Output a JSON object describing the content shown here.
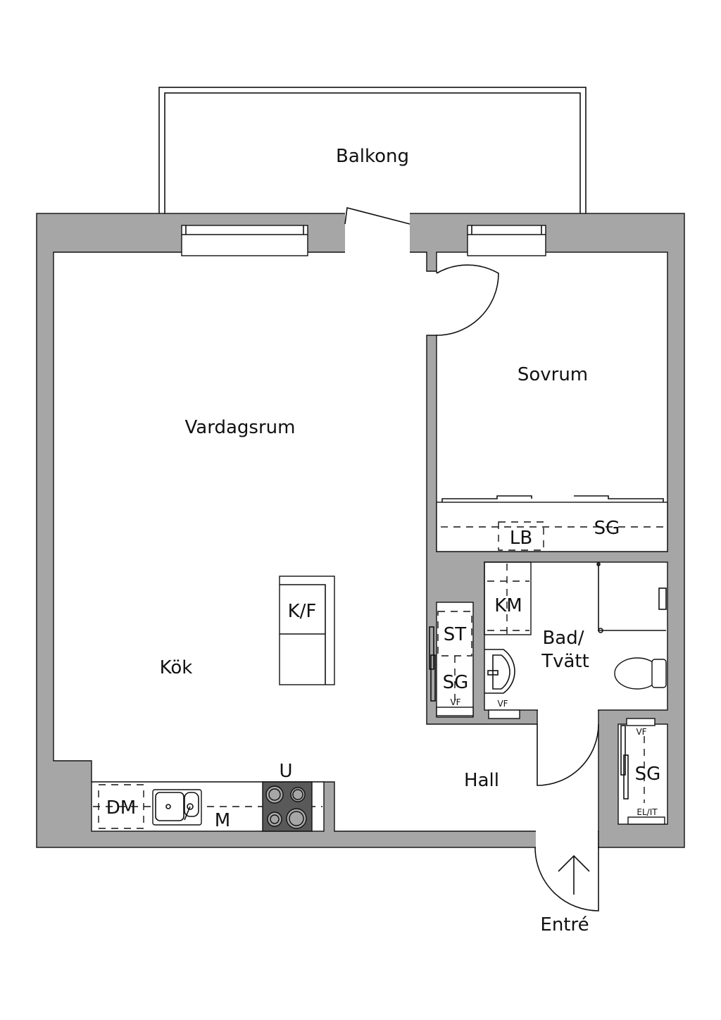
{
  "rooms": {
    "balcony": "Balkong",
    "living": "Vardagsrum",
    "bedroom": "Sovrum",
    "kitchen": "Kök",
    "bath_line1": "Bad/",
    "bath_line2": "Tvätt",
    "hall": "Hall",
    "entrance": "Entré"
  },
  "fixtures": {
    "fridge_freezer": "K/F",
    "linen": "LB",
    "wardrobe_bedroom": "SG",
    "washing_machine": "KM",
    "drying_cabinet": "ST",
    "wardrobe_hall_left": "SG",
    "vf_left": "VF",
    "vf_bath": "VF",
    "vf_right": "VF",
    "wardrobe_hall_right": "SG",
    "electric_it": "EL/IT",
    "oven": "U",
    "dishwasher": "DM",
    "microwave": "M"
  },
  "colors": {
    "wall": "#a6a6a6",
    "hob": "#595959"
  }
}
